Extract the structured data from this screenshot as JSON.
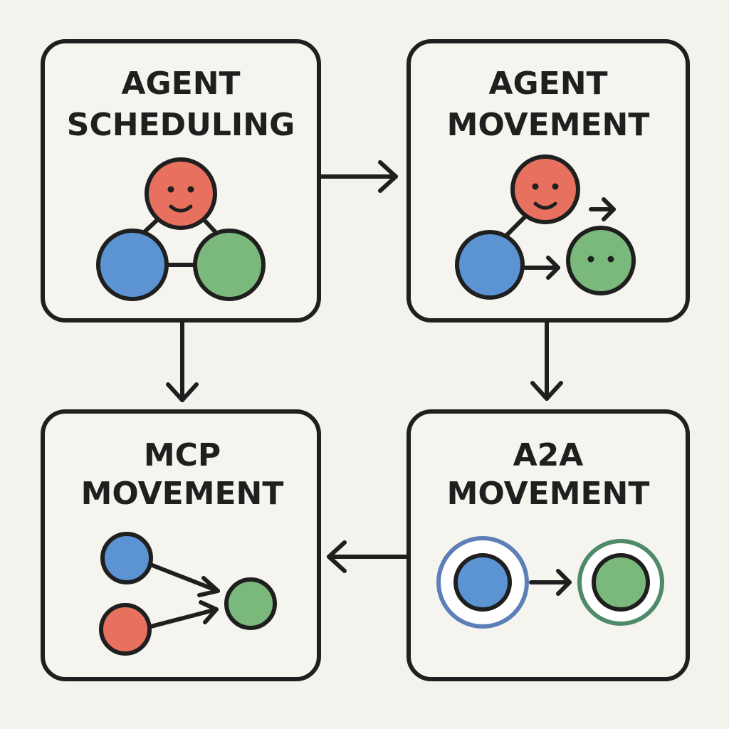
{
  "panels": {
    "scheduling": {
      "line1": "AGENT",
      "line2": "SCHEDULING"
    },
    "agent_movement": {
      "line1": "AGENT",
      "line2": "MOVEMENT"
    },
    "mcp_movement": {
      "line1": "MCP",
      "line2": "MOVEMENT"
    },
    "a2a_movement": {
      "line1": "A2A",
      "line2": "MOVEMENT"
    }
  },
  "colors": {
    "background": "#f4f2ec",
    "panel_fill": "#f6f4ef",
    "stroke": "#1f1f1f",
    "agent_red": "#e8705f",
    "agent_blue": "#5b93d3",
    "agent_green": "#7bb87c",
    "ring_blue": "#5b7fb6",
    "ring_green": "#4f8a68"
  },
  "icons": {
    "flow_arrows": [
      "arrow-right-icon",
      "arrow-down-icon",
      "arrow-down-icon",
      "arrow-left-icon"
    ],
    "faces": [
      "smiley-face-icon",
      "neutral-face-icon"
    ]
  }
}
